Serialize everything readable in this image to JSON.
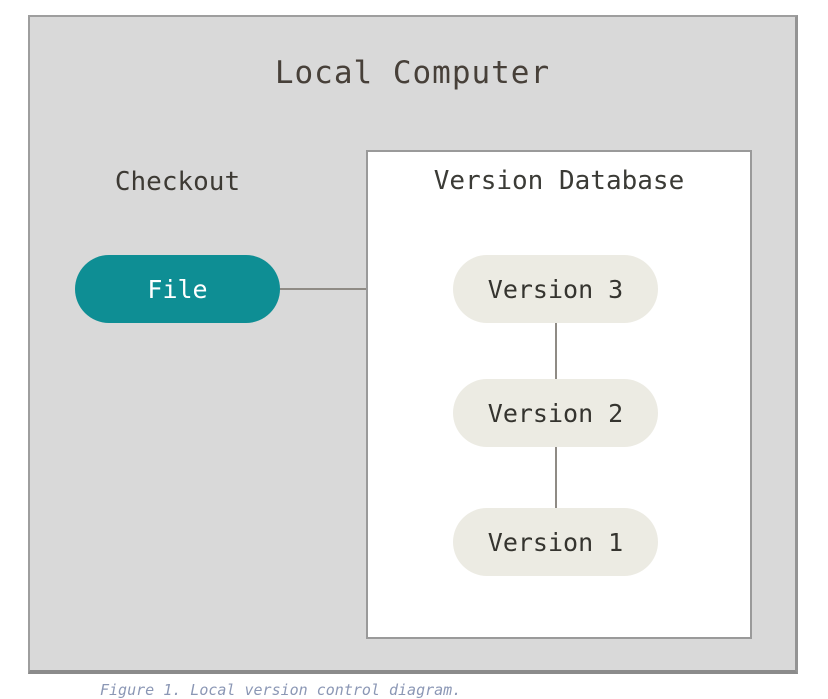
{
  "diagram": {
    "title": "Local Computer",
    "checkout": {
      "label": "Checkout",
      "file_node": "File"
    },
    "version_database": {
      "label": "Version Database",
      "versions": [
        "Version 3",
        "Version 2",
        "Version 1"
      ]
    },
    "caption": "Figure 1. Local version control diagram.",
    "colors": {
      "outer_box_fill": "#d9d9d9",
      "outer_box_border": "#9e9e9e",
      "inner_box_fill": "#ffffff",
      "inner_box_border": "#9a9a9a",
      "file_pill_fill": "#0e8e94",
      "file_pill_text": "#ffffff",
      "version_pill_fill": "#ecebe3",
      "version_pill_text": "#35342f",
      "connector_line": "#8f8b85",
      "title_text": "#474039"
    }
  }
}
